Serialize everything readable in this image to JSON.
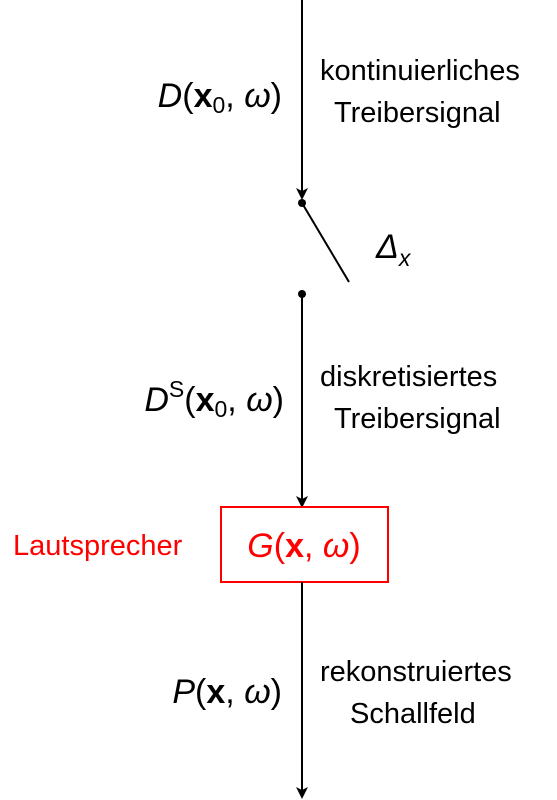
{
  "stage1": {
    "symbol": "D",
    "vector": "x",
    "vector_sub": "0",
    "omega": "ω",
    "desc_line1": "kontinuierliches",
    "desc_line2": "Treibersignal"
  },
  "switch": {
    "symbol": "Δ",
    "sub": "x"
  },
  "stage2": {
    "symbol": "D",
    "sup": "S",
    "vector": "x",
    "vector_sub": "0",
    "omega": "ω",
    "desc_line1": "diskretisiertes",
    "desc_line2": "Treibersignal"
  },
  "loudspeaker": {
    "label": "Lautsprecher",
    "symbol": "G",
    "vector": "x",
    "omega": "ω",
    "color": "#ff0000"
  },
  "stage3": {
    "symbol": "P",
    "vector": "x",
    "omega": "ω",
    "desc_line1": "rekonstruiertes",
    "desc_line2": "Schallfeld"
  }
}
